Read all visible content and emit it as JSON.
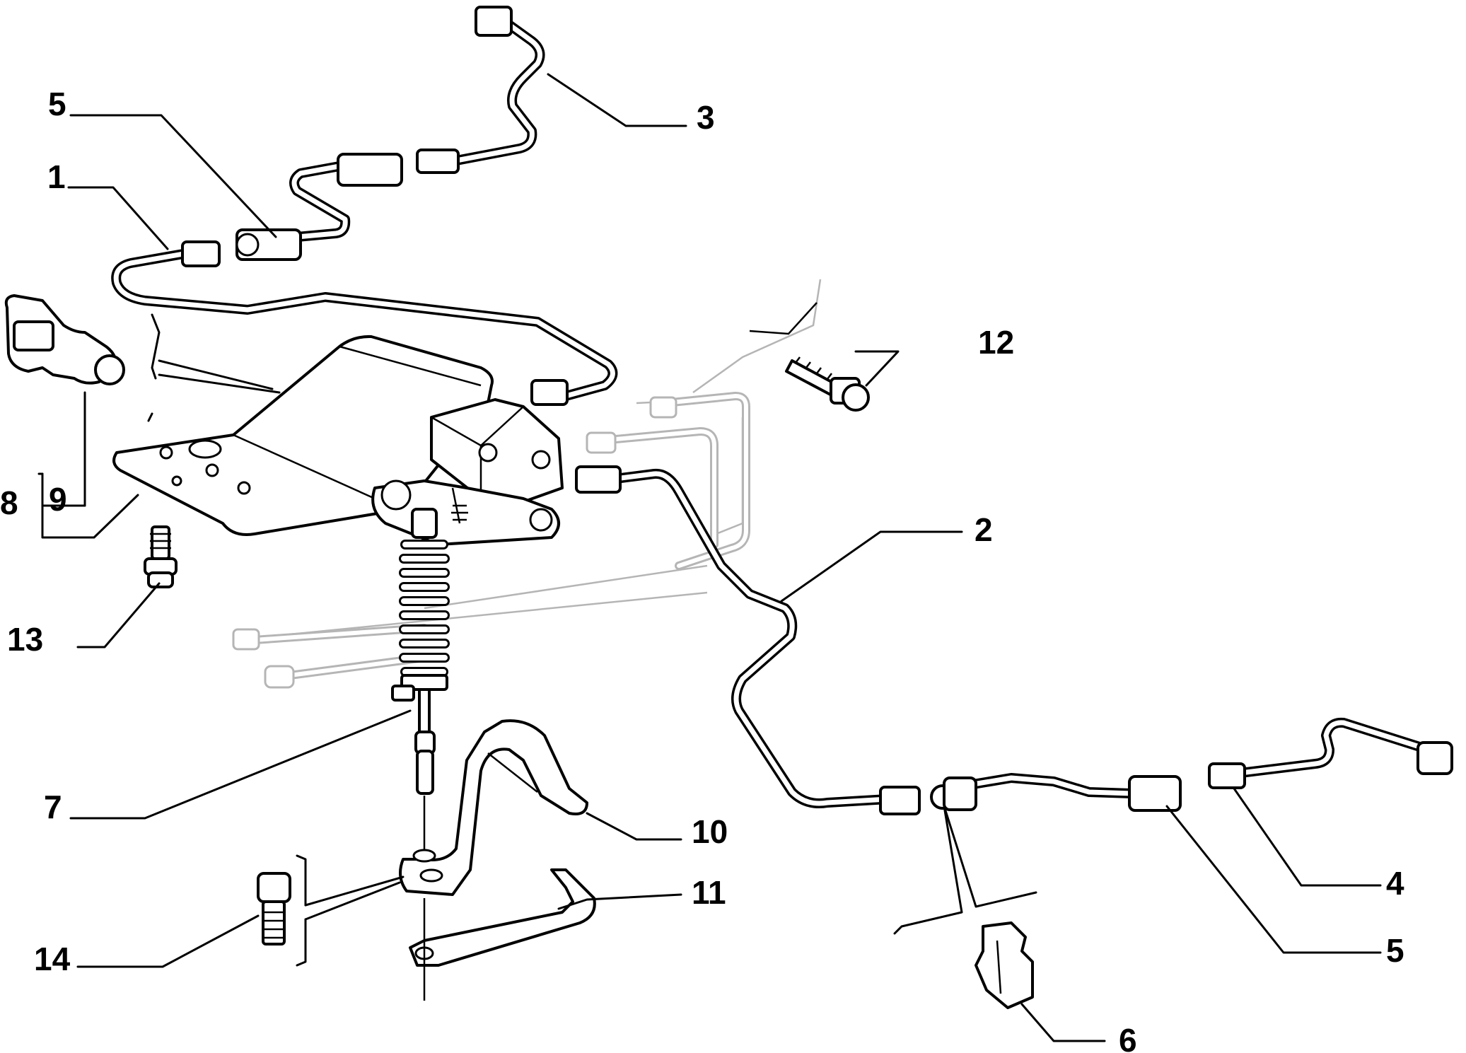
{
  "callouts": [
    {
      "id": "label-1",
      "text": "1"
    },
    {
      "id": "label-2",
      "text": "2"
    },
    {
      "id": "label-3",
      "text": "3"
    },
    {
      "id": "label-4",
      "text": "4"
    },
    {
      "id": "label-5-top",
      "text": "5"
    },
    {
      "id": "label-5-bottom",
      "text": "5"
    },
    {
      "id": "label-6",
      "text": "6"
    },
    {
      "id": "label-7",
      "text": "7"
    },
    {
      "id": "label-8",
      "text": "8"
    },
    {
      "id": "label-9",
      "text": "9"
    },
    {
      "id": "label-10",
      "text": "10"
    },
    {
      "id": "label-11",
      "text": "11"
    },
    {
      "id": "label-12",
      "text": "12"
    },
    {
      "id": "label-13",
      "text": "13"
    },
    {
      "id": "label-14",
      "text": "14"
    }
  ]
}
